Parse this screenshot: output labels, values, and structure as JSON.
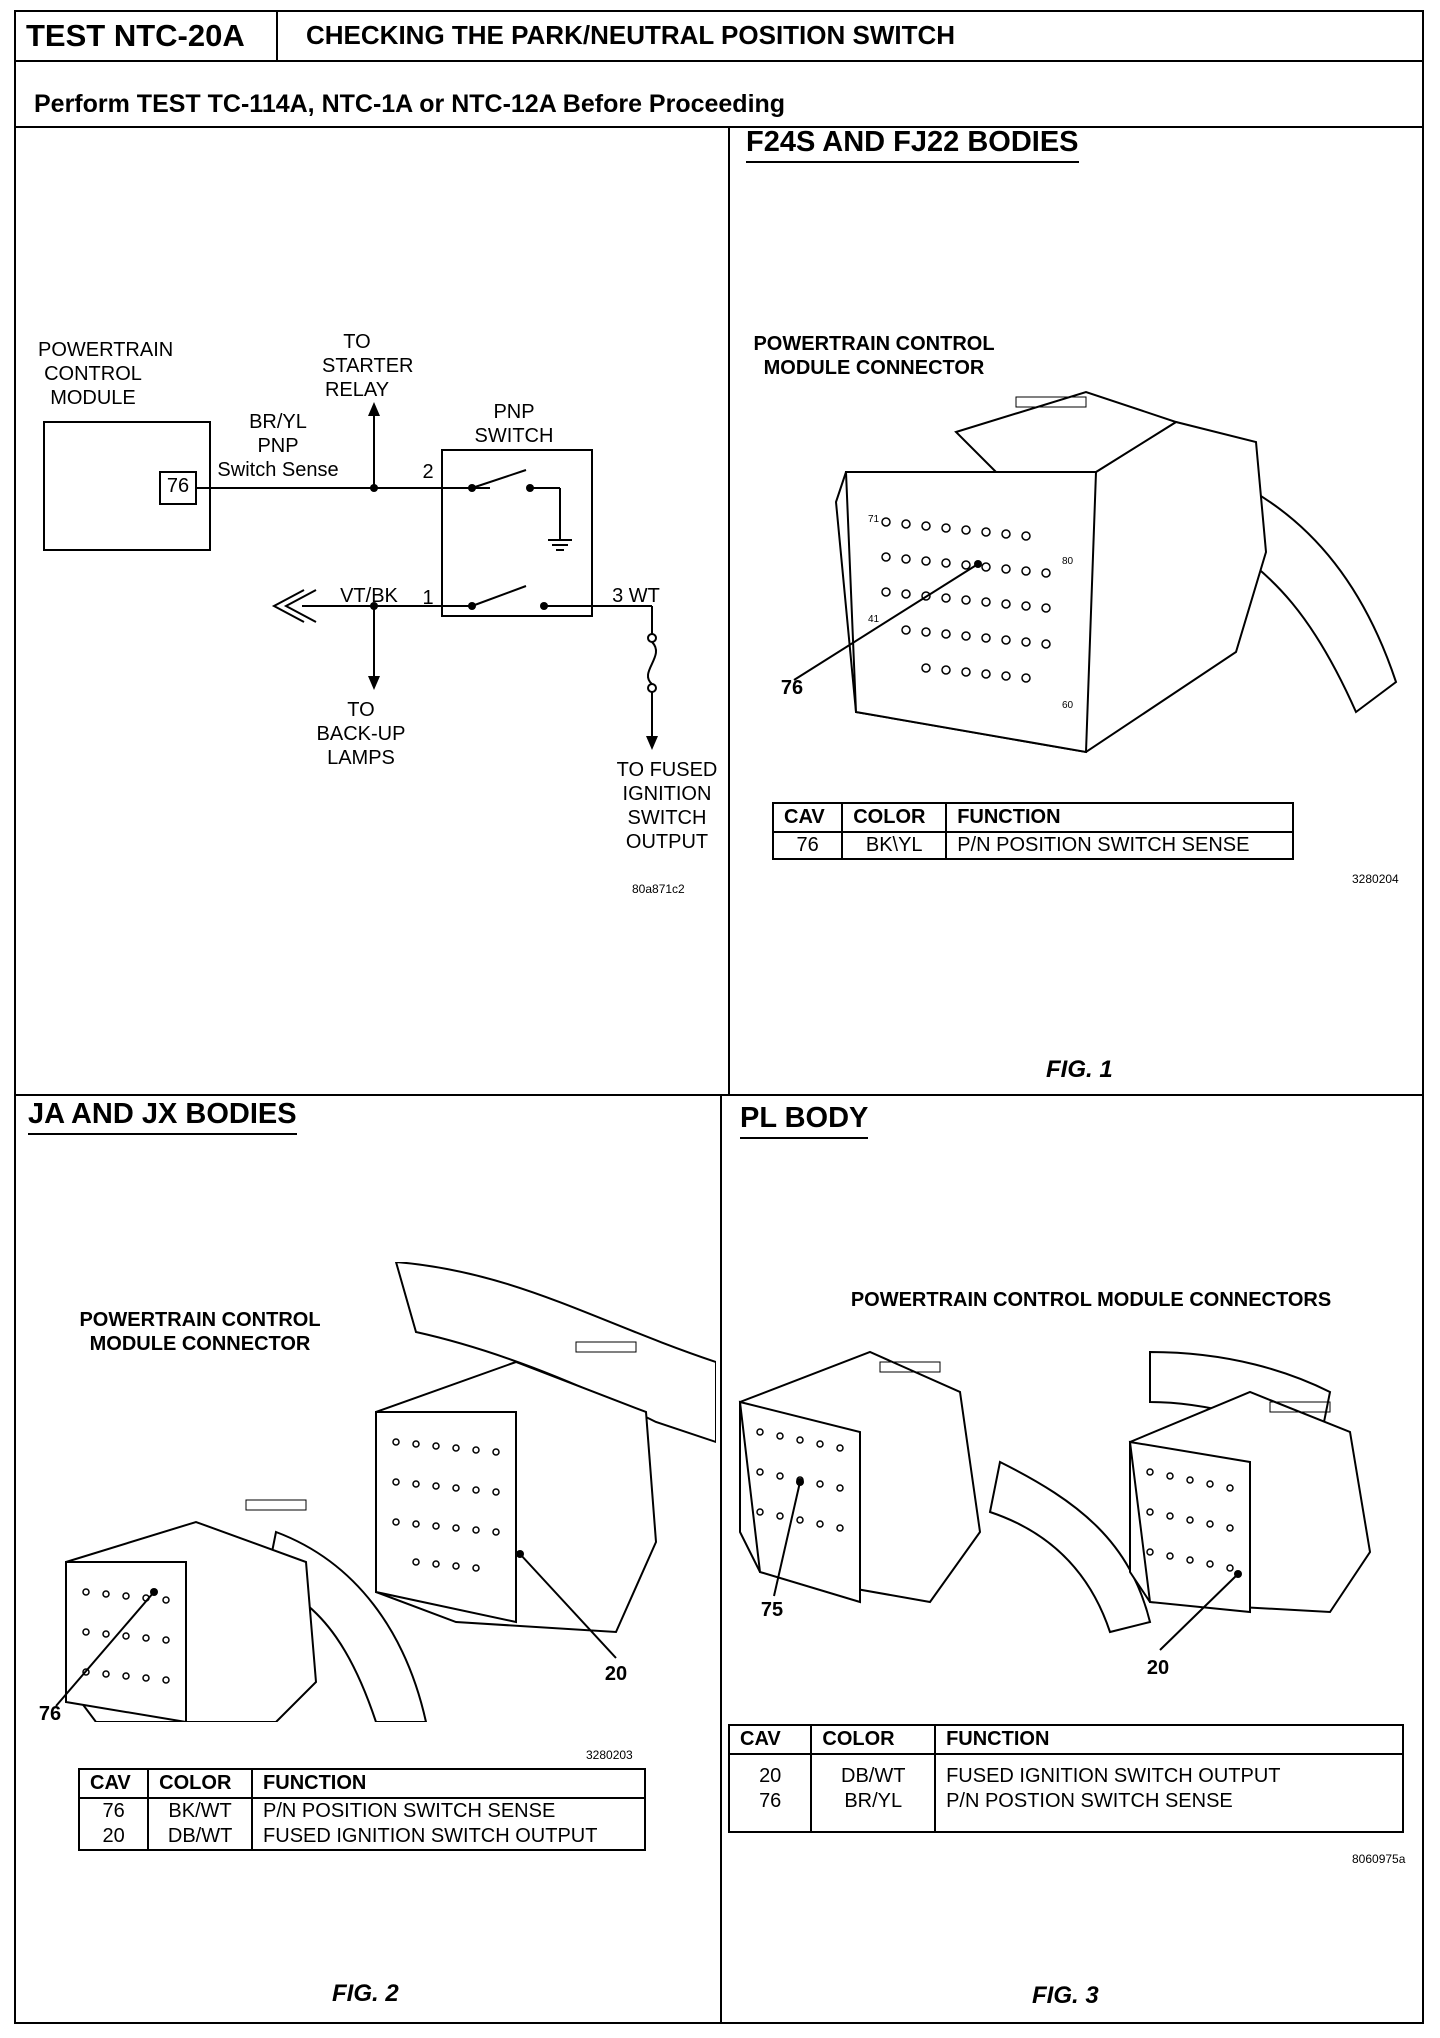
{
  "header": {
    "test_id": "TEST NTC-20A",
    "title": "CHECKING THE PARK/NEUTRAL POSITION SWITCH",
    "prerequisite": "Perform TEST TC-114A, NTC-1A or NTC-12A Before Proceeding"
  },
  "schematic": {
    "pcm_label": [
      "POWERTRAIN",
      "CONTROL",
      "MODULE"
    ],
    "pcm_pin": "76",
    "wire_label": [
      "BR/YL",
      "PNP",
      "Switch Sense"
    ],
    "starter_label": [
      "TO",
      "STARTER",
      "RELAY"
    ],
    "pnp_label": [
      "PNP",
      "SWITCH"
    ],
    "pin2": "2",
    "pin1": "1",
    "pin3": "3 WT",
    "vtbk": "VT/BK",
    "backup_label": [
      "TO",
      "BACK-UP",
      "LAMPS"
    ],
    "fused_label": [
      "TO FUSED",
      "IGNITION",
      "SWITCH",
      "OUTPUT"
    ],
    "ref": "80a871c2"
  },
  "fig1": {
    "section_title": "F24S AND FJ22 BODIES",
    "connector_label": [
      "POWERTRAIN CONTROL",
      "MODULE CONNECTOR"
    ],
    "callout": "76",
    "pin_marks": [
      "71",
      "41",
      "80",
      "60"
    ],
    "table": {
      "headers": [
        "CAV",
        "COLOR",
        "FUNCTION"
      ],
      "rows": [
        [
          "76",
          "BK\\YL",
          "P/N POSITION SWITCH SENSE"
        ]
      ]
    },
    "ref": "3280204",
    "caption": "FIG. 1"
  },
  "fig2": {
    "section_title": "JA AND JX BODIES",
    "connector_label": [
      "POWERTRAIN CONTROL",
      "MODULE CONNECTOR"
    ],
    "callout_left": "76",
    "callout_right": "20",
    "ref": "3280203",
    "table": {
      "headers": [
        "CAV",
        "COLOR",
        "FUNCTION"
      ],
      "rows": [
        [
          "76",
          "BK/WT",
          "P/N POSITION SWITCH SENSE"
        ],
        [
          "20",
          "DB/WT",
          "FUSED IGNITION SWITCH OUTPUT"
        ]
      ]
    },
    "caption": "FIG. 2"
  },
  "fig3": {
    "section_title": "PL BODY",
    "connector_label": "POWERTRAIN CONTROL MODULE CONNECTORS",
    "callout_left": "75",
    "callout_right": "20",
    "table": {
      "headers": [
        "CAV",
        "COLOR",
        "FUNCTION"
      ],
      "rows": [
        [
          "20",
          "DB/WT",
          "FUSED IGNITION SWITCH OUTPUT"
        ],
        [
          "76",
          "BR/YL",
          "P/N POSTION SWITCH SENSE"
        ]
      ]
    },
    "ref": "8060975a",
    "caption": "FIG. 3"
  }
}
